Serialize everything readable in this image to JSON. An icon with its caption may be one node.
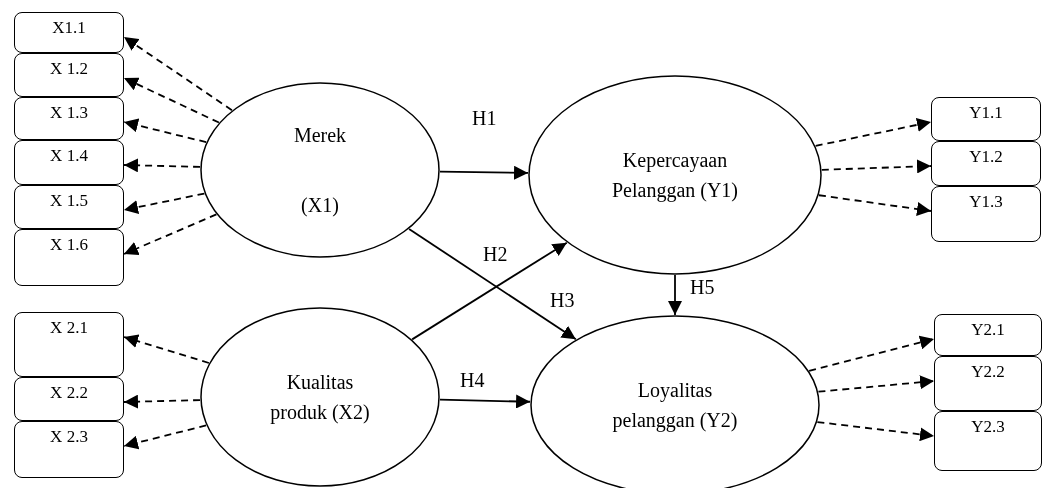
{
  "diagram": {
    "nodes": [
      {
        "text": [
          "Merek",
          "(X1)"
        ]
      },
      {
        "text": [
          "Kualitas produk (X2)"
        ]
      },
      {
        "text": [
          "Kepercayaan Pelanggan (Y1)"
        ]
      },
      {
        "text": [
          "Loyalitas pelanggan (Y2)"
        ]
      },
      {
        "text": [
          "X1.1"
        ]
      },
      {
        "text": [
          "X 1.2"
        ]
      },
      {
        "text": [
          "X 1.3"
        ]
      },
      {
        "text": [
          "X 1.4"
        ]
      },
      {
        "text": [
          "X 1.5"
        ]
      },
      {
        "text": [
          "X 1.6"
        ]
      },
      {
        "text": [
          "X 2.1"
        ]
      },
      {
        "text": [
          "X 2.2"
        ]
      },
      {
        "text": [
          "X 2.3"
        ]
      },
      {
        "text": [
          "Y1.1"
        ]
      },
      {
        "text": [
          "Y1.2"
        ]
      },
      {
        "text": [
          "Y1.3"
        ]
      },
      {
        "text": [
          "Y2.1"
        ]
      },
      {
        "text": [
          "Y2.2"
        ]
      },
      {
        "text": [
          "Y2.3"
        ]
      }
    ],
    "edges": [
      {
        "from": 0,
        "to": 2,
        "arrow": "to",
        "label": "H1"
      },
      {
        "from": 1,
        "to": 2,
        "arrow": "to",
        "label": "H2"
      },
      {
        "from": 0,
        "to": 3,
        "arrow": "to",
        "label": "H3"
      },
      {
        "from": 1,
        "to": 3,
        "arrow": "to",
        "label": "H4"
      },
      {
        "from": 2,
        "to": 3,
        "arrow": "to",
        "label": "H5"
      },
      {
        "from": 0,
        "to": 4,
        "arrow": "to",
        "style": "dashed"
      },
      {
        "from": 0,
        "to": 5,
        "arrow": "to",
        "style": "dashed"
      },
      {
        "from": 0,
        "to": 6,
        "arrow": "to",
        "style": "dashed"
      },
      {
        "from": 0,
        "to": 7,
        "arrow": "to",
        "style": "dashed"
      },
      {
        "from": 0,
        "to": 8,
        "arrow": "to",
        "style": "dashed"
      },
      {
        "from": 0,
        "to": 9,
        "arrow": "to",
        "style": "dashed"
      },
      {
        "from": 1,
        "to": 10,
        "arrow": "to",
        "style": "dashed"
      },
      {
        "from": 1,
        "to": 11,
        "arrow": "to",
        "style": "dashed"
      },
      {
        "from": 1,
        "to": 12,
        "arrow": "to",
        "style": "dashed"
      },
      {
        "from": 2,
        "to": 13,
        "arrow": "to",
        "style": "dashed"
      },
      {
        "from": 2,
        "to": 14,
        "arrow": "to",
        "style": "dashed"
      },
      {
        "from": 2,
        "to": 15,
        "arrow": "to",
        "style": "dashed"
      },
      {
        "from": 3,
        "to": 16,
        "arrow": "to",
        "style": "dashed"
      },
      {
        "from": 3,
        "to": 17,
        "arrow": "to",
        "style": "dashed"
      },
      {
        "from": 3,
        "to": 18,
        "arrow": "to",
        "style": "dashed"
      }
    ]
  }
}
